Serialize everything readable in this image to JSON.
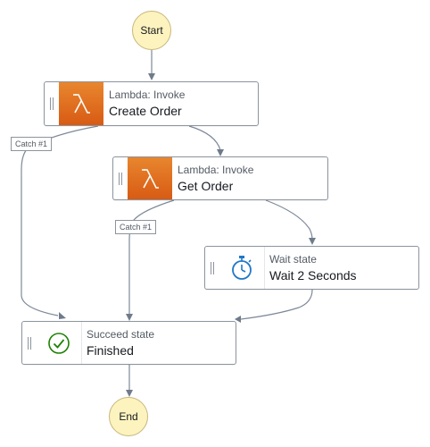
{
  "start": {
    "label": "Start"
  },
  "end": {
    "label": "End"
  },
  "states": {
    "create_order": {
      "type": "Lambda: Invoke",
      "name": "Create Order",
      "icon": "lambda-icon"
    },
    "get_order": {
      "type": "Lambda: Invoke",
      "name": "Get Order",
      "icon": "lambda-icon"
    },
    "wait": {
      "type": "Wait state",
      "name": "Wait 2 Seconds",
      "icon": "stopwatch-icon"
    },
    "finished": {
      "type": "Succeed state",
      "name": "Finished",
      "icon": "check-circle-icon"
    }
  },
  "catches": {
    "create_order_catch": "Catch #1",
    "get_order_catch": "Catch #1"
  },
  "colors": {
    "terminal_fill": "#fdf3bf",
    "lambda_orange": "#e07a26",
    "wait_icon": "#1f78c8",
    "success_icon": "#1d8102",
    "edge": "#7d8998"
  }
}
